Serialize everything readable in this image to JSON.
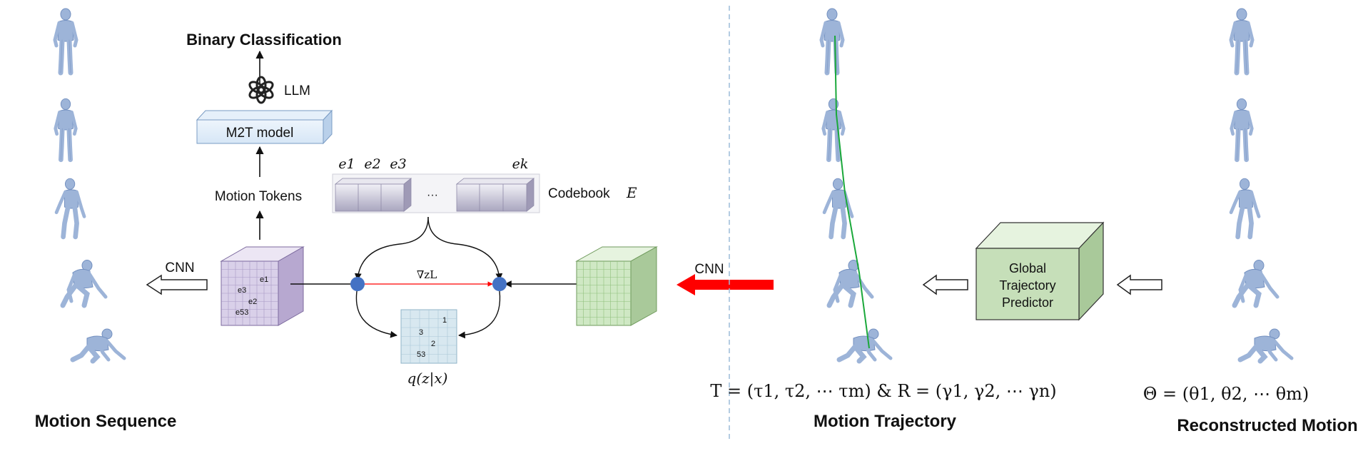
{
  "figure": {
    "binary_classification": "Binary Classification",
    "llm_label": "LLM",
    "m2t_model": "M2T model",
    "motion_tokens": "Motion Tokens",
    "codebook_label": "Codebook",
    "codebook_symbol": "E",
    "codebook_entries": [
      "e1",
      "e2",
      "e3",
      "ek"
    ],
    "codebook_ellipsis": "···",
    "grad_label": "∇zL",
    "posterior_label": "q(z|x)",
    "token_grid_values": [
      "1",
      "3",
      "2",
      "53"
    ],
    "feature_cube_values": [
      "e1",
      "e3",
      "e2",
      "e53"
    ],
    "cnn_left": "CNN",
    "cnn_right": "CNN",
    "global_trajectory_predictor": [
      "Global",
      "Trajectory",
      "Predictor"
    ],
    "trajectory_formula": "T = (τ1, τ2, ⋯ τm) & R = (γ1, γ2, ⋯ γn)",
    "theta_formula": "Θ = (θ1, θ2, ⋯ θm)",
    "motion_sequence": "Motion Sequence",
    "motion_trajectory": "Motion Trajectory",
    "reconstructed_motion": "Reconstructed Motion"
  },
  "colors": {
    "body": "#9db4d8",
    "body_dark": "#6f8cbc",
    "purple_grid": "#d9d0e9",
    "green_grid": "#cfe8c4",
    "green_box": "#c6dfb9",
    "red_arrow": "#ff0000",
    "blue_dot": "#4472c4",
    "divider": "#9cbcd9",
    "trajectory_line": "#1aa83a"
  },
  "icons": [
    "openai-logo-icon",
    "human-pose-icon"
  ]
}
